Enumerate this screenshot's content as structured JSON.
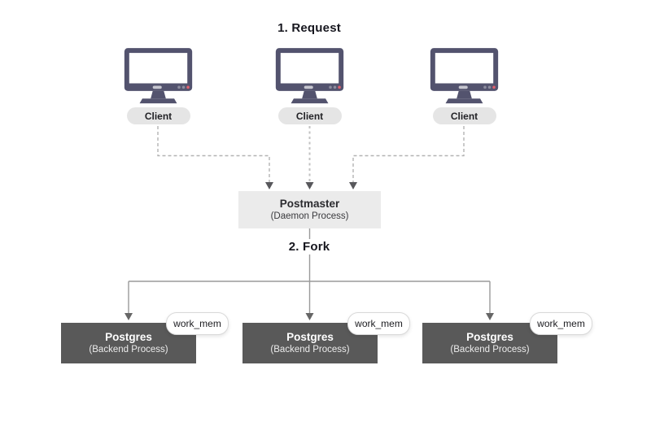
{
  "diagram": {
    "title_step1": "1. Request",
    "title_step2": "2. Fork",
    "clients": [
      {
        "label": "Client"
      },
      {
        "label": "Client"
      },
      {
        "label": "Client"
      }
    ],
    "postmaster": {
      "title": "Postmaster",
      "subtitle": "(Daemon Process)"
    },
    "backends": [
      {
        "title": "Postgres",
        "subtitle": "(Backend Process)",
        "badge": "work_mem"
      },
      {
        "title": "Postgres",
        "subtitle": "(Backend Process)",
        "badge": "work_mem"
      },
      {
        "title": "Postgres",
        "subtitle": "(Backend Process)",
        "badge": "work_mem"
      }
    ],
    "colors": {
      "monitor_frame": "#53536e",
      "monitor_screen": "#ffffff",
      "monitor_red_dot": "#e0606e",
      "client_pill_bg": "#e5e5e5",
      "postmaster_bg": "#ebebeb",
      "backend_bg": "#595959",
      "backend_text": "#ffffff",
      "dashed_connector": "#b3b3b3",
      "solid_connector": "#9a9a9a",
      "arrowhead_dark": "#58585c",
      "arrowhead_gray": "#666666"
    }
  }
}
